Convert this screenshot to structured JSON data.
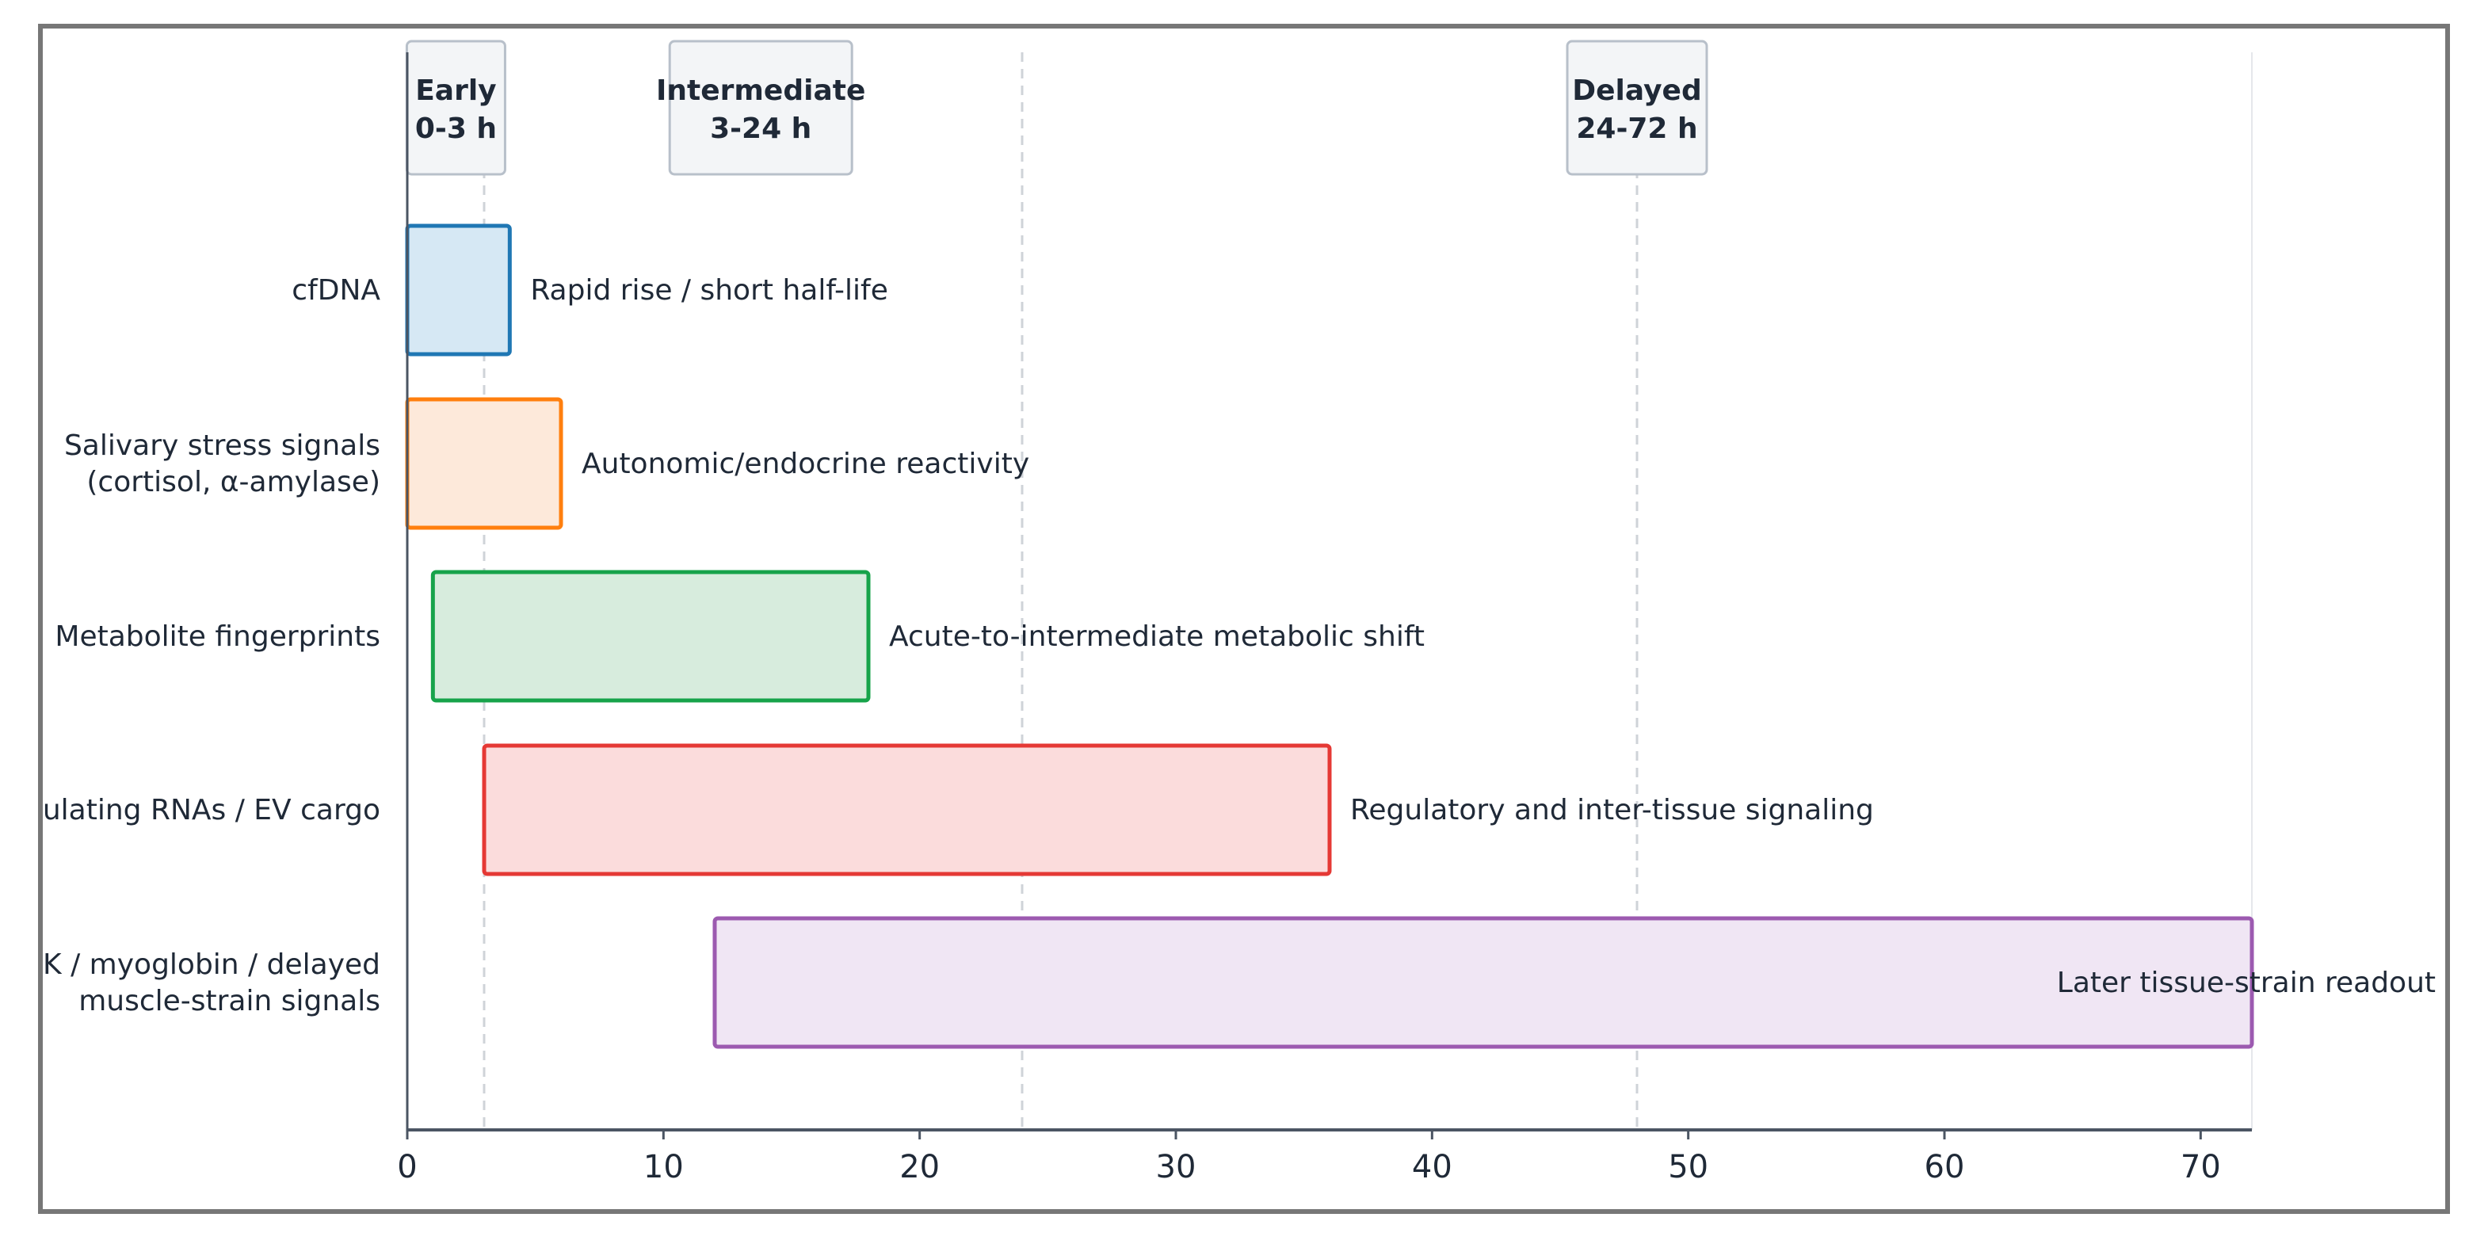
{
  "chart_data": {
    "type": "bar",
    "subtype": "horizontal-range",
    "title": "",
    "xlabel": "",
    "ylabel": "",
    "xlim": [
      0,
      72
    ],
    "xticks": [
      0,
      10,
      20,
      30,
      40,
      50,
      60,
      70
    ],
    "grid": false,
    "phase_lines": [
      3,
      24,
      48
    ],
    "phases": [
      {
        "name": "Early",
        "range": "0-3 h"
      },
      {
        "name": "Intermediate",
        "range": "3-24 h"
      },
      {
        "name": "Delayed",
        "range": "24-72 h"
      }
    ],
    "rows": [
      {
        "category": "cfDNA",
        "start": 0,
        "end": 4,
        "label": "Rapid rise / short half-life",
        "color": "#1f77b4",
        "fill": "#d6e8f4"
      },
      {
        "category": "Salivary stress signals\n(cortisol, α-amylase)",
        "start": 0,
        "end": 6,
        "label": "Autonomic/endocrine reactivity",
        "color": "#ff7f0e",
        "fill": "#fde9da"
      },
      {
        "category": "Metabolite fingerprints",
        "start": 1,
        "end": 18,
        "label": "Acute-to-intermediate metabolic shift",
        "color": "#17a34a",
        "fill": "#d7ecdd"
      },
      {
        "category": "Circulating RNAs / EV cargo",
        "start": 3,
        "end": 36,
        "label": "Regulatory and inter-tissue signaling",
        "color": "#e53935",
        "fill": "#fbdcdc"
      },
      {
        "category": "CK / myoglobin / delayed\nmuscle-strain signals",
        "start": 12,
        "end": 72,
        "label": "Later tissue-strain readout",
        "color": "#9c5ab0",
        "fill": "#f0e6f4"
      }
    ]
  }
}
